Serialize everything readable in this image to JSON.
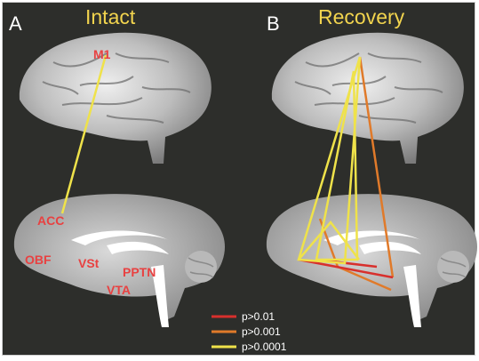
{
  "panels": {
    "a": {
      "letter": "A",
      "title": "Intact"
    },
    "b": {
      "letter": "B",
      "title": "Recovery"
    }
  },
  "regions": {
    "m1": "M1",
    "acc": "ACC",
    "obf": "OBF",
    "vst": "VSt",
    "pptn": "PPTN",
    "vta": "VTA"
  },
  "legend": [
    {
      "label": "p>0.01",
      "color": "#d8302d"
    },
    {
      "label": "p>0.001",
      "color": "#e07a2a"
    },
    {
      "label": "p>0.0001",
      "color": "#efe24a"
    }
  ]
}
